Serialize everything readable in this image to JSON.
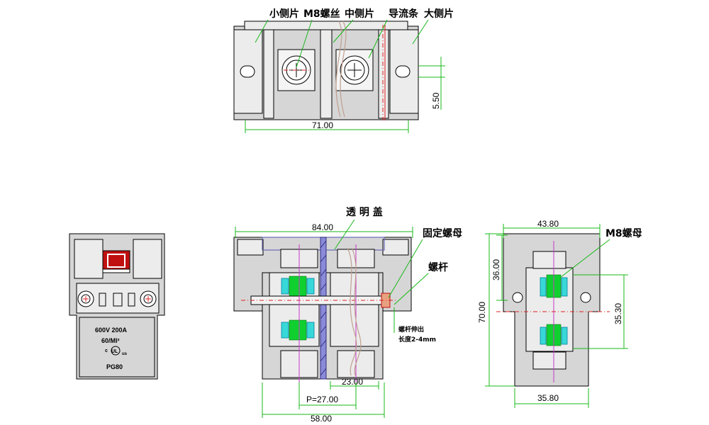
{
  "top_view": {
    "labels": {
      "small_side_piece": "小侧片",
      "m8_screw": "M8螺丝",
      "middle_side_piece": "中侧片",
      "guide_strip": "导流条",
      "large_side_piece": "大侧片"
    },
    "dimensions": {
      "width": "71.00",
      "hole_offset": "5.50"
    }
  },
  "side_view": {
    "plate": {
      "rating": "600V 200A",
      "wire": "60/Ml²",
      "cert": "UL",
      "cert_prefix": "c",
      "cert_suffix": "us",
      "model": "PG80"
    }
  },
  "front_view": {
    "labels": {
      "transparent_cover": "透 明 盖",
      "fixed_nut": "固定螺母",
      "screw_rod": "螺杆"
    },
    "note_lines": [
      "螺杆伸出",
      "长度2-4mm"
    ],
    "dimensions": {
      "width_top": "84.00",
      "inner_width": "23.00",
      "pitch": "P=27.00",
      "base_width": "58.00"
    }
  },
  "end_view": {
    "labels": {
      "m8_nut": "M8螺母"
    },
    "dimensions": {
      "top_width": "43.80",
      "upper_height": "36.00",
      "height": "70.00",
      "terminal_gap": "35.30",
      "bottom_width": "35.80"
    }
  },
  "colors": {
    "dimension_line": "#18b818",
    "center_line": "#e02020",
    "cover": "#6a6ab8",
    "spring": "#10d030",
    "cyan_part": "#38d8d8",
    "logo": "#c01010"
  }
}
